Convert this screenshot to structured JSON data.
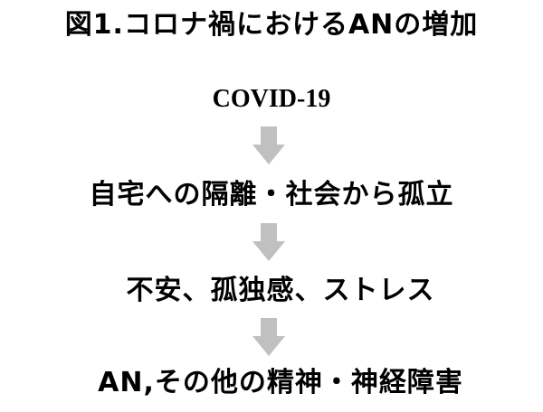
{
  "title": "図1.コロナ禍におけるANの増加",
  "flow": {
    "step1": "COVID-19",
    "step2": "自宅への隔離・社会から孤立",
    "step3": "不安、孤独感、ストレス",
    "step4": "AN,その他の精神・神経障害"
  },
  "colors": {
    "arrow": "#c0c0c0",
    "text": "#000000",
    "background": "#ffffff"
  },
  "icons": {
    "arrow": "down-arrow-icon"
  }
}
